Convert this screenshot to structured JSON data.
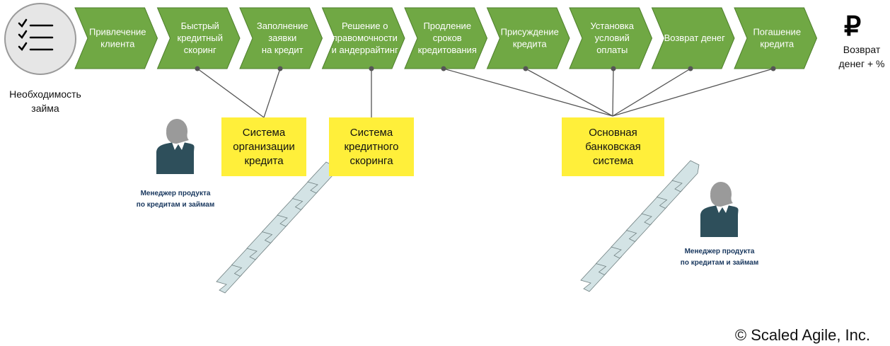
{
  "need_loan": [
    "Необходимость",
    "займа"
  ],
  "steps": [
    {
      "lines": [
        "Привлечение",
        "клиента"
      ]
    },
    {
      "lines": [
        "Быстрый",
        "кредитный",
        "скоринг"
      ]
    },
    {
      "lines": [
        "Заполнение",
        "заявки",
        "на кредит"
      ]
    },
    {
      "lines": [
        "Решение о",
        "правомочности",
        "и андеррайтинг"
      ]
    },
    {
      "lines": [
        "Продление",
        "сроков",
        "кредитования"
      ]
    },
    {
      "lines": [
        "Присуждение",
        "кредита"
      ]
    },
    {
      "lines": [
        "Установка",
        "условий",
        "оплаты"
      ]
    },
    {
      "lines": [
        "Возврат денег"
      ]
    },
    {
      "lines": [
        "Погашение",
        "кредита"
      ]
    }
  ],
  "ruble_symbol": "₽",
  "money_return": [
    "Возврат",
    "денег + %"
  ],
  "systems": [
    {
      "lines": [
        "Система",
        "организации",
        "кредита"
      ]
    },
    {
      "lines": [
        "Система",
        "кредитного",
        "скоринга"
      ]
    },
    {
      "lines": [
        "Основная",
        "банковская",
        "система"
      ]
    }
  ],
  "managers": [
    {
      "lines": [
        "Менеджер продукта",
        "по кредитам и займам"
      ]
    },
    {
      "lines": [
        "Менеджер продукта",
        "по кредитам и займам"
      ]
    }
  ],
  "copyright": "© Scaled Agile, Inc.",
  "icons": {
    "checklist": "checklist-icon",
    "person": "person-icon",
    "ruble": "ruble-icon"
  },
  "colors": {
    "step_fill": "#70a844",
    "step_stroke": "#4e7f2c",
    "system_fill": "#ffef3a",
    "backlog_fill": "#d3e3e5",
    "manager_text": "#17365d",
    "person_body": "#2e4f5b",
    "person_head": "#9a9a9a"
  }
}
